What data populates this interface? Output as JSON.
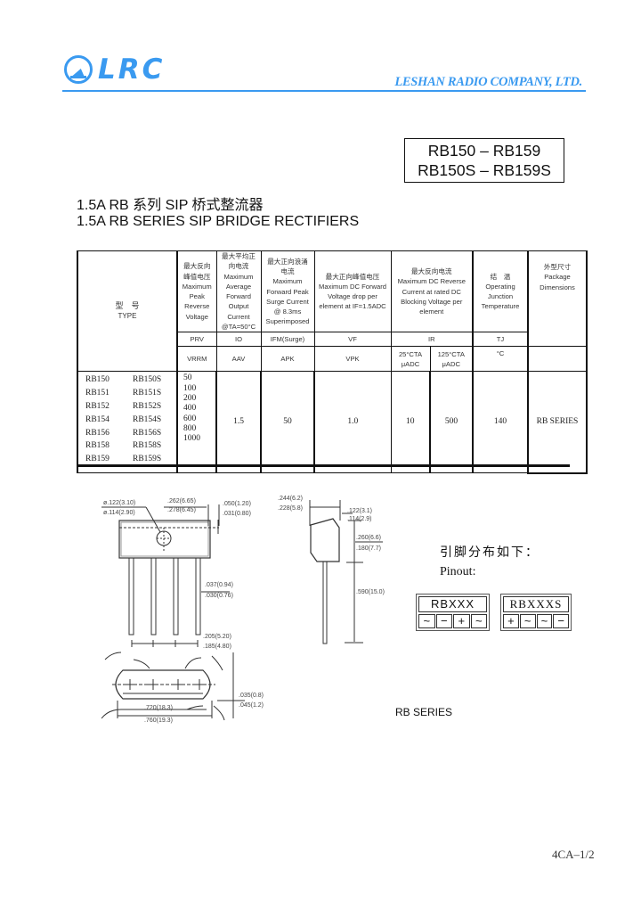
{
  "header": {
    "logo_text": "LRC",
    "company": "LESHAN RADIO COMPANY, LTD.",
    "brand_color": "#3a9af0"
  },
  "part_range": {
    "line1": "RB150 – RB159",
    "line2": "RB150S – RB159S"
  },
  "title": {
    "cn": "1.5A RB 系列 SIP 桥式整流器",
    "en": "1.5A RB SERIES SIP BRIDGE RECTIFIERS"
  },
  "table": {
    "headers": {
      "type": {
        "cn": "型　号",
        "en": "TYPE"
      },
      "vrrm": {
        "cn": "最大反向峰值电压",
        "en": "Maximum Peak Reverse Voltage",
        "symbol": "PRV",
        "unit": "VRRM"
      },
      "io": {
        "cn": "最大平均正向电流",
        "en": "Maximum Average Forward Output Current @TA=50°C",
        "symbol": "IO",
        "unit": "AAV"
      },
      "ifsm": {
        "cn": "最大正向浪涌电流",
        "en": "Maximum Forward Peak Surge Current @ 8.3ms Superimposed",
        "symbol": "IFM(Surge)",
        "unit": "APK"
      },
      "vf": {
        "cn": "最大正向峰值电压",
        "en": "Maximum DC Forward Voltage drop per element at IF=1.5ADC",
        "symbol": "VF",
        "unit": "VPK"
      },
      "ir": {
        "cn": "最大反向电流",
        "en": "Maximum DC Reverse Current at rated DC Blocking Voltage per element",
        "symbol": "IR",
        "unit_25": "25°CTA",
        "unit_25b": "μADC",
        "unit_125": "125°CTA",
        "unit_125b": "μADC"
      },
      "tj": {
        "cn": "结　温",
        "en": "Operating Junction Temperature",
        "symbol": "TJ",
        "unit": "°C"
      },
      "pkg": {
        "cn": "外型尺寸",
        "en": "Package Dimensions"
      }
    },
    "rows": [
      {
        "type": "RB150",
        "type_s": "RB150S",
        "vrrm": "50"
      },
      {
        "type": "RB151",
        "type_s": "RB151S",
        "vrrm": "100"
      },
      {
        "type": "RB152",
        "type_s": "RB152S",
        "vrrm": "200"
      },
      {
        "type": "RB154",
        "type_s": "RB154S",
        "vrrm": "400"
      },
      {
        "type": "RB156",
        "type_s": "RB156S",
        "vrrm": "600"
      },
      {
        "type": "RB158",
        "type_s": "RB158S",
        "vrrm": "800"
      },
      {
        "type": "RB159",
        "type_s": "RB159S",
        "vrrm": "1000"
      }
    ],
    "shared": {
      "io": "1.5",
      "ifsm": "50",
      "vf": "1.0",
      "ir_25": "10",
      "ir_125": "500",
      "tj": "140",
      "pkg": "RB SERIES"
    }
  },
  "dimensions": {
    "hole_a": "ø.122(3.10)",
    "hole_b": "ø.114(2.90)",
    "d1a": ".262(6.65)",
    "d1b": ".278(6.45)",
    "d2a": ".050(1.20)",
    "d2b": ".031(0.80)",
    "d3a": ".037(0.94)",
    "d3b": ".030(0.76)",
    "pitch_a": ".205(5.20)",
    "pitch_b": ".185(4.80)",
    "len_a": ".720(18.3)",
    "len_b": ".760(19.3)",
    "th_a": ".035(0.8)",
    "th_b": ".045(1.2)",
    "side_a": ".244(6.2)",
    "side_b": ".228(5.8)",
    "tip_a": ".122(3.1)",
    "tip_b": ".114(2.9)",
    "body_a": ".260(6.6)",
    "body_b": ".180(7.7)",
    "lead": ".590(15.0)"
  },
  "pinout": {
    "label_cn": "引脚分布如下：",
    "label_en": "Pinout:",
    "rbxxx": {
      "name": "RBXXX",
      "pins": [
        "~",
        "−",
        "+",
        "~"
      ]
    },
    "rbxxxs": {
      "name": "RBXXXS",
      "pins": [
        "+",
        "~",
        "~",
        "−"
      ]
    }
  },
  "series_label": "RB SERIES",
  "page_number": "4CA–1/2"
}
